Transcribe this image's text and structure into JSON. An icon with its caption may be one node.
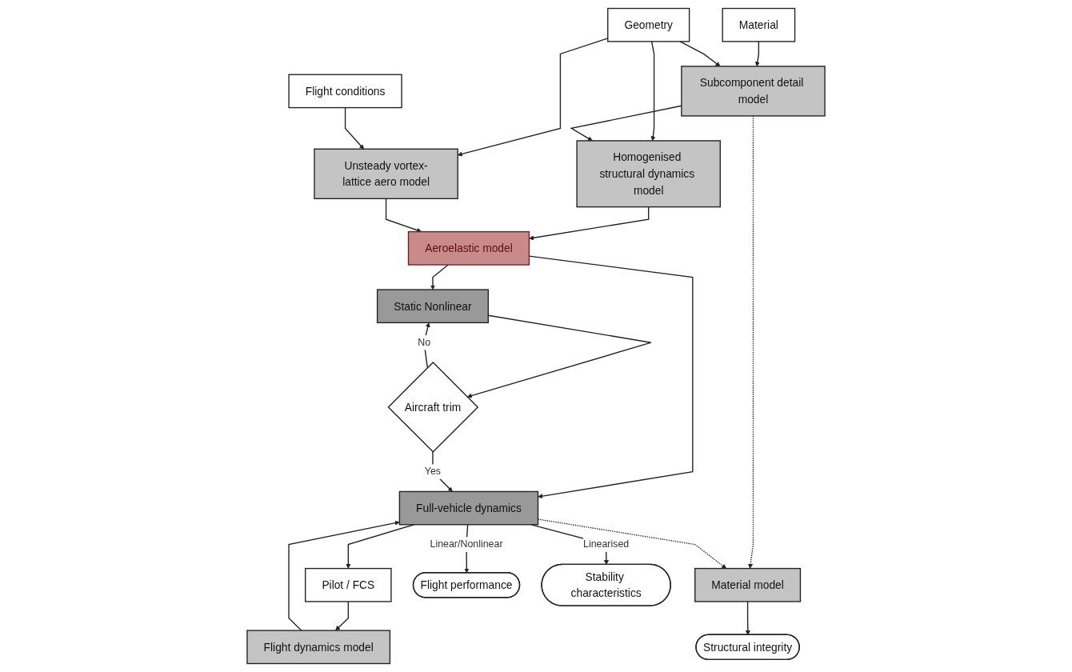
{
  "diagram": {
    "nodes": [
      {
        "text": [
          "Material"
        ]
      },
      {
        "text": [
          "Geometry"
        ]
      },
      {
        "text": [
          "Flight conditions"
        ]
      },
      {
        "text": [
          "Subcomponent detail model"
        ]
      },
      {
        "text": [
          "Homogenised structural dynamics model"
        ]
      },
      {
        "text": [
          "Unsteady vortex-lattice aero model"
        ]
      },
      {
        "text": [
          "Pilot / FCS"
        ]
      },
      {
        "text": [
          "Flight dynamics model"
        ]
      },
      {
        "text": [
          "Aeroelastic model"
        ]
      },
      {
        "text": [
          "Static Nonlinear"
        ]
      },
      {
        "text": [
          "Aircraft trim"
        ]
      },
      {
        "text": [
          "Full-vehicle dynamics"
        ]
      },
      {
        "text": [
          "Material model"
        ]
      },
      {
        "text": [
          "Structural integrity"
        ]
      },
      {
        "text": [
          "Flight performance"
        ]
      },
      {
        "text": [
          "Stability characteristics"
        ]
      }
    ],
    "edges": [
      {
        "from": 0,
        "to": 3,
        "arrow": "to"
      },
      {
        "from": 1,
        "to": 3,
        "arrow": "to"
      },
      {
        "from": 1,
        "to": 4,
        "arrow": "to"
      },
      {
        "from": 1,
        "to": 5,
        "arrow": "to"
      },
      {
        "from": 2,
        "to": 5,
        "arrow": "to"
      },
      {
        "from": 3,
        "to": 4,
        "arrow": "to"
      },
      {
        "from": 4,
        "to": 8,
        "arrow": "to"
      },
      {
        "from": 5,
        "to": 8,
        "arrow": "to"
      },
      {
        "from": 6,
        "to": 7,
        "arrow": "to"
      },
      {
        "from": 8,
        "to": 9,
        "arrow": "to"
      },
      {
        "from": 7,
        "to": 11,
        "arrow": "to"
      },
      {
        "from": 8,
        "to": 11,
        "arrow": "to"
      },
      {
        "from": 9,
        "to": 10,
        "arrow": "to"
      },
      {
        "from": 10,
        "to": 11,
        "arrow": "to",
        "label": "Yes"
      },
      {
        "from": 10,
        "to": 9,
        "arrow": "to",
        "label": "No"
      },
      {
        "from": 11,
        "to": 6,
        "arrow": "to"
      },
      {
        "from": 3,
        "to": 12,
        "arrow": "to",
        "style": "dashed"
      },
      {
        "from": 11,
        "to": 12,
        "arrow": "to",
        "style": "dashed"
      },
      {
        "from": 12,
        "to": 13,
        "arrow": "to"
      },
      {
        "from": 11,
        "to": 14,
        "arrow": "to",
        "label": "Linear/Nonlinear"
      },
      {
        "from": 11,
        "to": 15,
        "arrow": "to",
        "label": "Linearised"
      }
    ]
  }
}
